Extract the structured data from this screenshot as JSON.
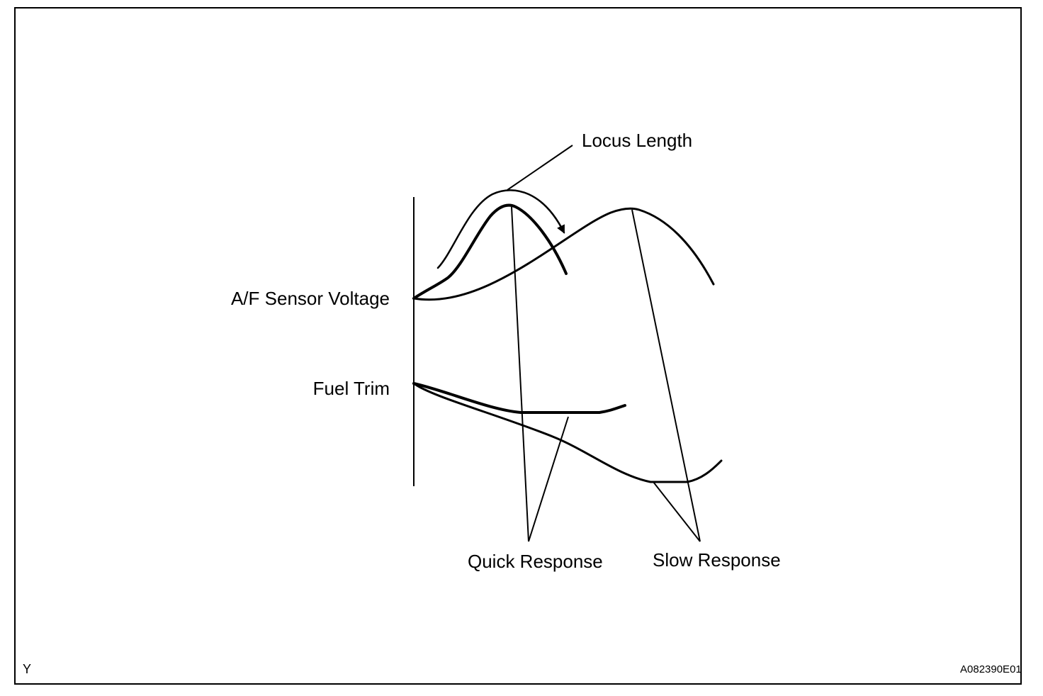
{
  "diagram": {
    "labels": {
      "locus_length": "Locus Length",
      "af_sensor_voltage": "A/F Sensor Voltage",
      "fuel_trim": "Fuel Trim",
      "quick_response": "Quick Response",
      "slow_response": "Slow Response"
    },
    "corner_marks": {
      "left": "Y",
      "right": "A082390E01"
    },
    "colors": {
      "ink": "#000000",
      "background": "#ffffff"
    }
  }
}
